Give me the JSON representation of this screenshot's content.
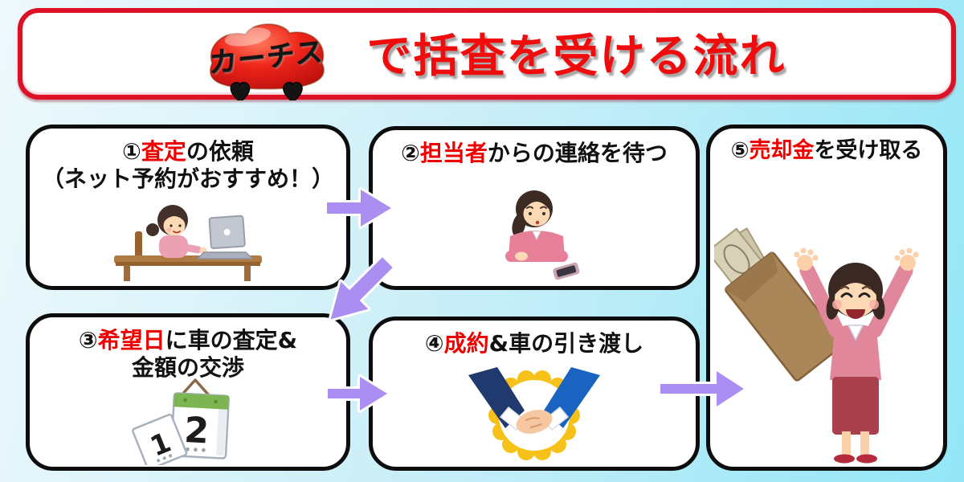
{
  "header": {
    "logo_text": "カーチス",
    "title": "で括査を受ける流れ"
  },
  "steps": [
    {
      "number": "①",
      "highlight": "査定",
      "rest": "の依頼",
      "line2": "（ネット予約がおすすめ！）",
      "illustration": "woman-booking-on-laptop"
    },
    {
      "number": "②",
      "highlight": "担当者",
      "rest": "からの連絡を待つ",
      "illustration": "woman-waiting-for-phone-call"
    },
    {
      "number": "③",
      "highlight": "希望日",
      "rest": "に車の査定&",
      "line2": "金額の交渉",
      "illustration": "tear-off-calendar"
    },
    {
      "number": "④",
      "highlight": "成約",
      "rest": "&車の引き渡し",
      "illustration": "handshake-agreement"
    },
    {
      "number": "⑤",
      "highlight": "売却金",
      "rest": "を受け取る",
      "illustration": "cash-envelope-happy-woman"
    }
  ],
  "colors": {
    "title_red": "#f00c0c",
    "banner_border_red": "#dd1126",
    "highlight_red": "#ee0000",
    "box_border_black": "#0d0d0d",
    "arrow_purple": "#aa8ef2",
    "background_gradient_start": "#eef9fc",
    "background_gradient_end": "#93e6f6"
  }
}
